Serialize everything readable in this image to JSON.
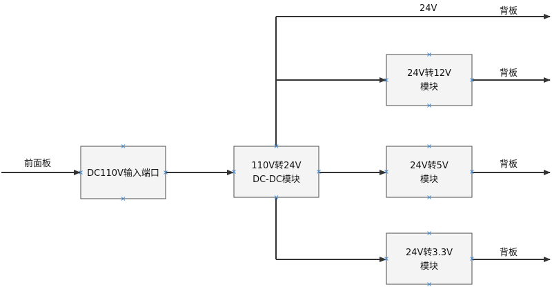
{
  "labels": {
    "front_panel": "前面板",
    "v24": "24V",
    "backplane": "背板"
  },
  "boxes": {
    "input_port": {
      "line1": "DC110V输入端口"
    },
    "main_dcdc": {
      "line1": "110V转24V",
      "line2": "DC-DC模块"
    },
    "to12v": {
      "line1": "24V转12V",
      "line2": "模块"
    },
    "to5v": {
      "line1": "24V转5V",
      "line2": "模块"
    },
    "to3v3": {
      "line1": "24V转3.3V",
      "line2": "模块"
    }
  },
  "colors": {
    "box_fill": "#f4f4f4",
    "box_stroke": "#4d4d4d",
    "line": "#333333",
    "connection_point": "#4a90d9"
  }
}
